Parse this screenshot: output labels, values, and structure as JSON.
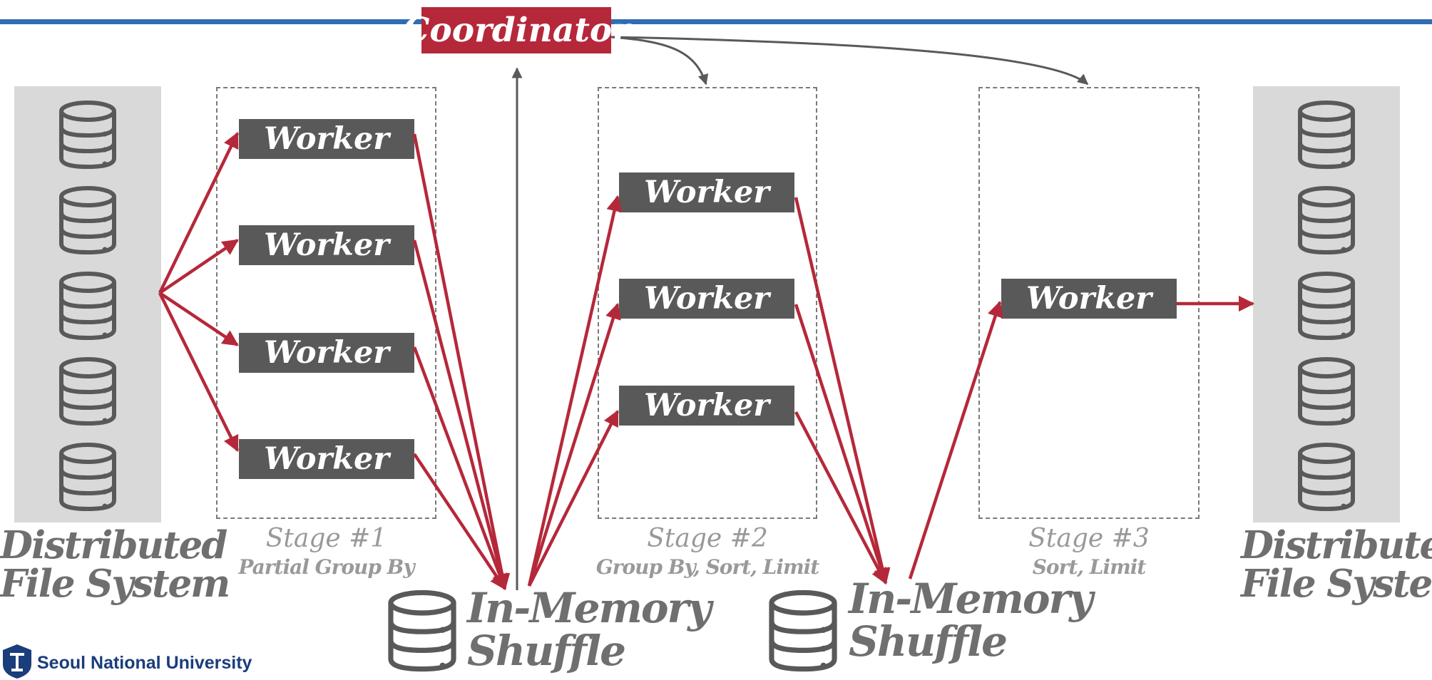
{
  "coordinator": {
    "label": "Coordinator"
  },
  "dfs_left": {
    "line1": "Distributed",
    "line2": "File System"
  },
  "dfs_right": {
    "line1": "Distributed",
    "line2": "File System"
  },
  "stages": [
    {
      "title": "Stage #1",
      "subtitle": "Partial Group By",
      "workers": [
        "Worker",
        "Worker",
        "Worker",
        "Worker"
      ]
    },
    {
      "title": "Stage #2",
      "subtitle": "Group By, Sort, Limit",
      "workers": [
        "Worker",
        "Worker",
        "Worker"
      ]
    },
    {
      "title": "Stage #3",
      "subtitle": "Sort, Limit",
      "workers": [
        "Worker"
      ]
    }
  ],
  "shuffles": [
    {
      "line1": "In-Memory",
      "line2": "Shuffle"
    },
    {
      "line1": "In-Memory",
      "line2": "Shuffle"
    }
  ],
  "footer": {
    "university": "Seoul National University"
  },
  "colors": {
    "accent_red": "#b5283a",
    "worker_gray": "#595959",
    "top_bar_blue": "#2f6db5"
  },
  "icons": {
    "storage": "database-icon",
    "logo": "university-logo-icon"
  }
}
